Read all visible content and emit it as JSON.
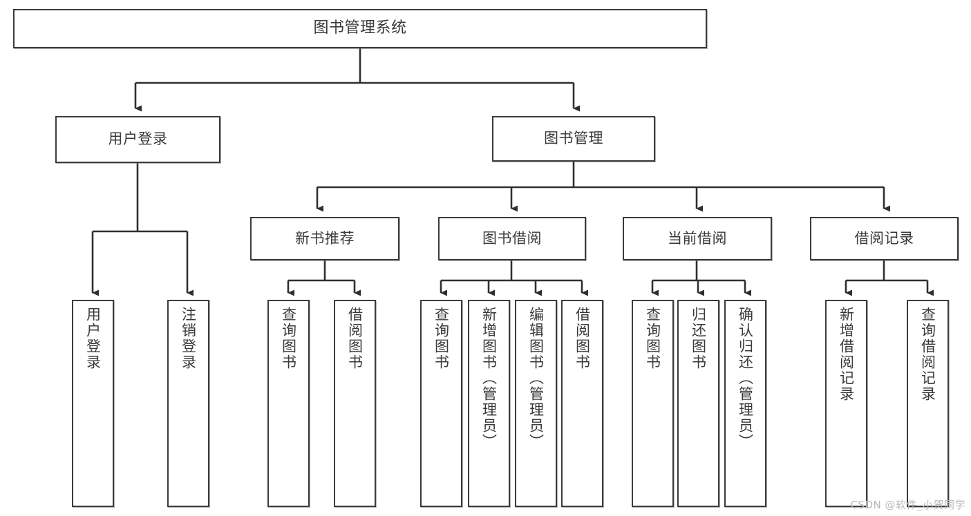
{
  "diagram": {
    "type": "tree",
    "title": "图书管理系统",
    "watermark": "CSDN @软件_小贺同学",
    "colors": {
      "box_stroke": "#3b3b3b",
      "connector": "#2f2f2f",
      "text": "#3a3a3a",
      "background": "#ffffff",
      "watermark": "#b9b9b9"
    },
    "nodes": {
      "root": {
        "label": "图书管理系统"
      },
      "level2": [
        {
          "label": "用户登录"
        },
        {
          "label": "图书管理"
        }
      ],
      "level3": [
        {
          "label": "新书推荐"
        },
        {
          "label": "图书借阅"
        },
        {
          "label": "当前借阅"
        },
        {
          "label": "借阅记录"
        }
      ],
      "leaves": [
        {
          "label": "用户登录",
          "parent": "用户登录"
        },
        {
          "label": "注销登录",
          "parent": "用户登录"
        },
        {
          "label": "查询图书",
          "parent": "新书推荐"
        },
        {
          "label": "借阅图书",
          "parent": "新书推荐"
        },
        {
          "label": "查询图书",
          "parent": "图书借阅"
        },
        {
          "label": "新增图书（管理员）",
          "parent": "图书借阅"
        },
        {
          "label": "编辑图书（管理员）",
          "parent": "图书借阅"
        },
        {
          "label": "借阅图书",
          "parent": "图书借阅"
        },
        {
          "label": "查询图书",
          "parent": "当前借阅"
        },
        {
          "label": "归还图书",
          "parent": "当前借阅"
        },
        {
          "label": "确认归还（管理员）",
          "parent": "当前借阅"
        },
        {
          "label": "新增借阅记录",
          "parent": "借阅记录"
        },
        {
          "label": "查询借阅记录",
          "parent": "借阅记录"
        }
      ]
    }
  }
}
